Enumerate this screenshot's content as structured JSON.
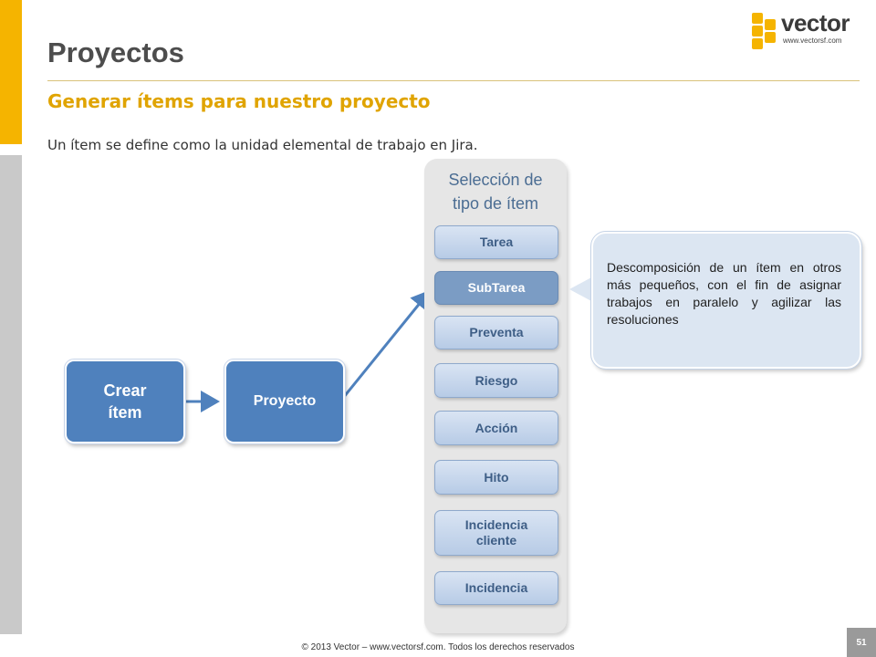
{
  "slide": {
    "title": "Proyectos",
    "subtitle": "Generar ítems para nuestro proyecto",
    "intro": "Un ítem se define como la unidad elemental de trabajo en Jira."
  },
  "logo": {
    "word": "vector",
    "url": "www.vectorsf.com"
  },
  "flow": {
    "create_item": "Crear ítem",
    "project": "Proyecto"
  },
  "item_types": {
    "heading": "Selección de tipo de ítem",
    "items": [
      {
        "label": "Tarea"
      },
      {
        "label": "SubTarea"
      },
      {
        "label": "Preventa"
      },
      {
        "label": "Riesgo"
      },
      {
        "label": "Acción"
      },
      {
        "label": "Hito"
      },
      {
        "label": "Incidencia cliente"
      },
      {
        "label": "Incidencia"
      }
    ],
    "selected": "SubTarea"
  },
  "callout": {
    "text": "Descomposición de un ítem en otros más pequeños, con el fin de asignar trabajos en paralelo y agilizar las resoluciones"
  },
  "footer": {
    "copyright": "© 2013 Vector – www.vectorsf.com. Todos los derechos reservados",
    "page_number": "51"
  },
  "colors": {
    "accent_gold": "#f5b400",
    "flow_blue": "#4f81bd",
    "selected_blue": "#7b9cc4",
    "title_grey": "#4d4d4d"
  }
}
